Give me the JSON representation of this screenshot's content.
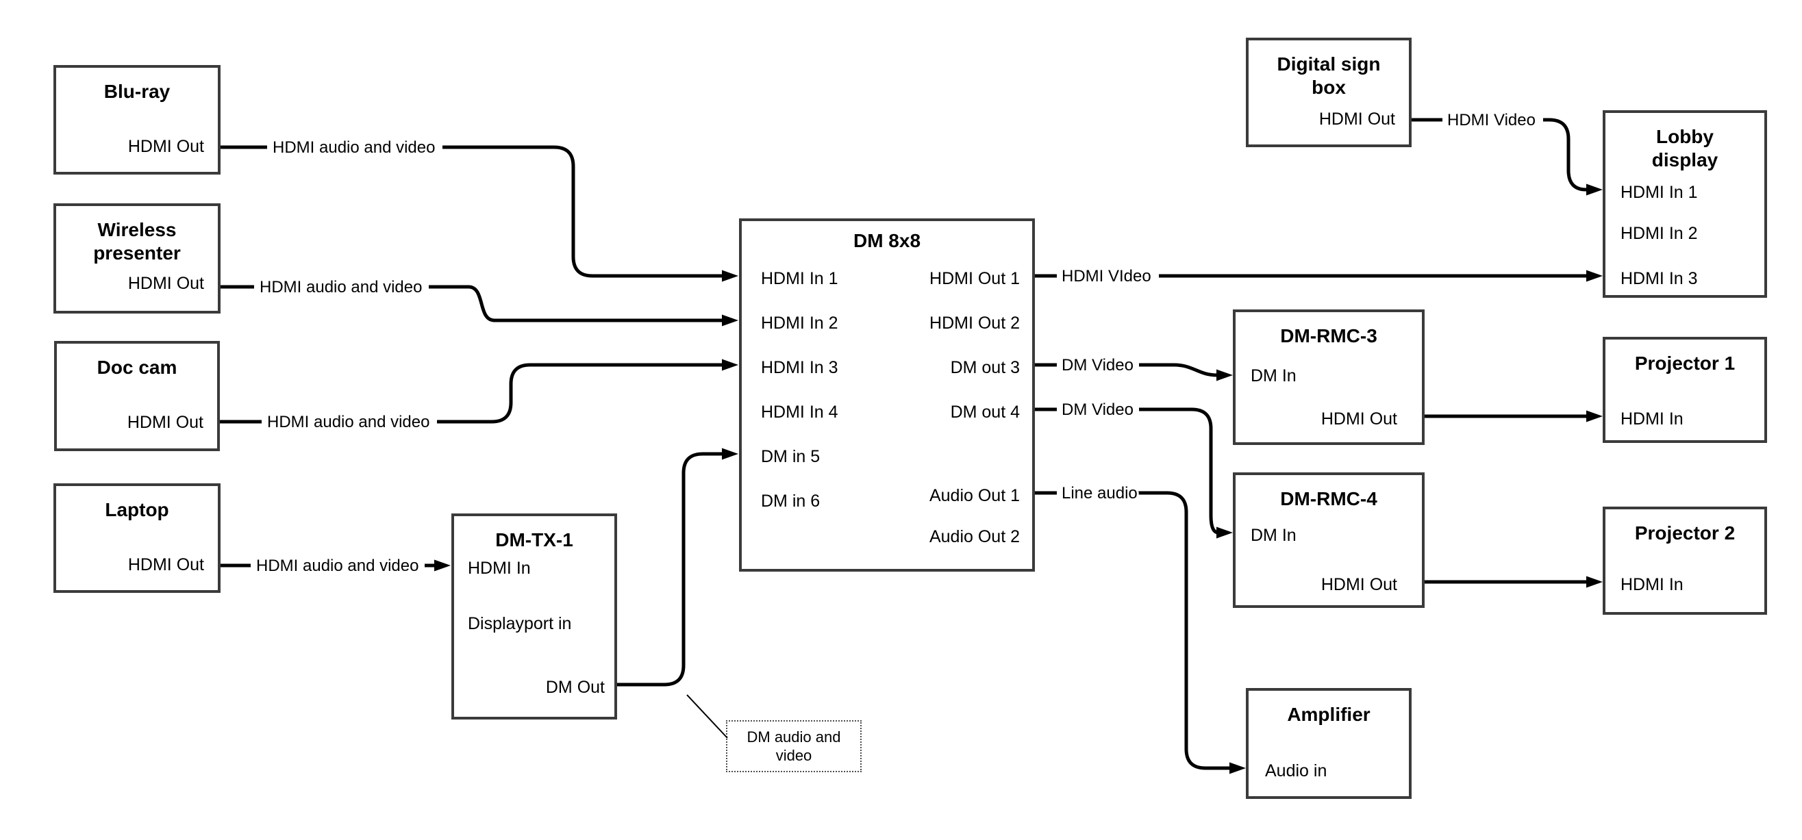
{
  "colors": {
    "wire": "#000000",
    "box_border": "#3b3b3b",
    "text": "#000000",
    "background": "#ffffff",
    "callout_border": "#4d4d4d"
  },
  "nodes": {
    "bluray": {
      "title": "Blu-ray",
      "ports": [
        {
          "label": "HDMI Out"
        }
      ]
    },
    "wireless_presenter": {
      "title": "Wireless presenter",
      "ports": [
        {
          "label": "HDMI Out"
        }
      ]
    },
    "doc_cam": {
      "title": "Doc cam",
      "ports": [
        {
          "label": "HDMI Out"
        }
      ]
    },
    "laptop": {
      "title": "Laptop",
      "ports": [
        {
          "label": "HDMI Out"
        }
      ]
    },
    "dm_tx_1": {
      "title": "DM-TX-1",
      "ports": [
        {
          "label": "HDMI In"
        },
        {
          "label": "Displayport in"
        },
        {
          "label": "DM Out"
        }
      ]
    },
    "dm_8x8": {
      "title": "DM 8x8",
      "inputs": [
        "HDMI In 1",
        "HDMI In 2",
        "HDMI In 3",
        "HDMI In 4",
        "DM in 5",
        "DM in 6"
      ],
      "outputs": [
        "HDMI Out 1",
        "HDMI Out 2",
        "DM out 3",
        "DM out 4",
        "Audio Out 1",
        "Audio Out 2"
      ]
    },
    "digital_sign_box": {
      "title": "Digital sign box",
      "ports": [
        {
          "label": "HDMI Out"
        }
      ]
    },
    "lobby_display": {
      "title": "Lobby display",
      "inputs": [
        "HDMI In 1",
        "HDMI In 2",
        "HDMI In 3"
      ]
    },
    "dm_rmc_3": {
      "title": "DM-RMC-3",
      "ports": [
        {
          "label": "DM In"
        },
        {
          "label": "HDMI Out"
        }
      ]
    },
    "projector_1": {
      "title": "Projector 1",
      "ports": [
        {
          "label": "HDMI In"
        }
      ]
    },
    "dm_rmc_4": {
      "title": "DM-RMC-4",
      "ports": [
        {
          "label": "DM In"
        },
        {
          "label": "HDMI Out"
        }
      ]
    },
    "projector_2": {
      "title": "Projector 2",
      "ports": [
        {
          "label": "HDMI In"
        }
      ]
    },
    "amplifier": {
      "title": "Amplifier",
      "ports": [
        {
          "label": "Audio in"
        }
      ]
    }
  },
  "wires": [
    {
      "from": "Blu-ray HDMI Out",
      "to": "DM 8x8 HDMI In 1",
      "label": "HDMI audio and video"
    },
    {
      "from": "Wireless presenter HDMI Out",
      "to": "DM 8x8 HDMI In 2",
      "label": "HDMI audio and video"
    },
    {
      "from": "Doc cam HDMI Out",
      "to": "DM 8x8 HDMI In 3",
      "label": "HDMI audio and video"
    },
    {
      "from": "Laptop HDMI Out",
      "to": "DM-TX-1 HDMI In",
      "label": "HDMI audio and video"
    },
    {
      "from": "DM-TX-1 DM Out",
      "to": "DM 8x8 DM in 5",
      "label": ""
    },
    {
      "from": "Digital sign box HDMI Out",
      "to": "Lobby display HDMI In 1",
      "label": "HDMI Video"
    },
    {
      "from": "DM 8x8 HDMI Out 1",
      "to": "Lobby display HDMI In 3",
      "label": "HDMI VIdeo"
    },
    {
      "from": "DM 8x8 DM out 3",
      "to": "DM-RMC-3 DM In",
      "label": "DM Video"
    },
    {
      "from": "DM 8x8 DM out 4",
      "to": "DM-RMC-4 DM In",
      "label": "DM Video"
    },
    {
      "from": "DM 8x8 Audio Out 1",
      "to": "Amplifier Audio in",
      "label": "Line audio"
    },
    {
      "from": "DM-RMC-3 HDMI Out",
      "to": "Projector 1 HDMI In",
      "label": ""
    },
    {
      "from": "DM-RMC-4 HDMI Out",
      "to": "Projector 2 HDMI In",
      "label": ""
    }
  ],
  "callout": {
    "text": "DM audio and video"
  }
}
